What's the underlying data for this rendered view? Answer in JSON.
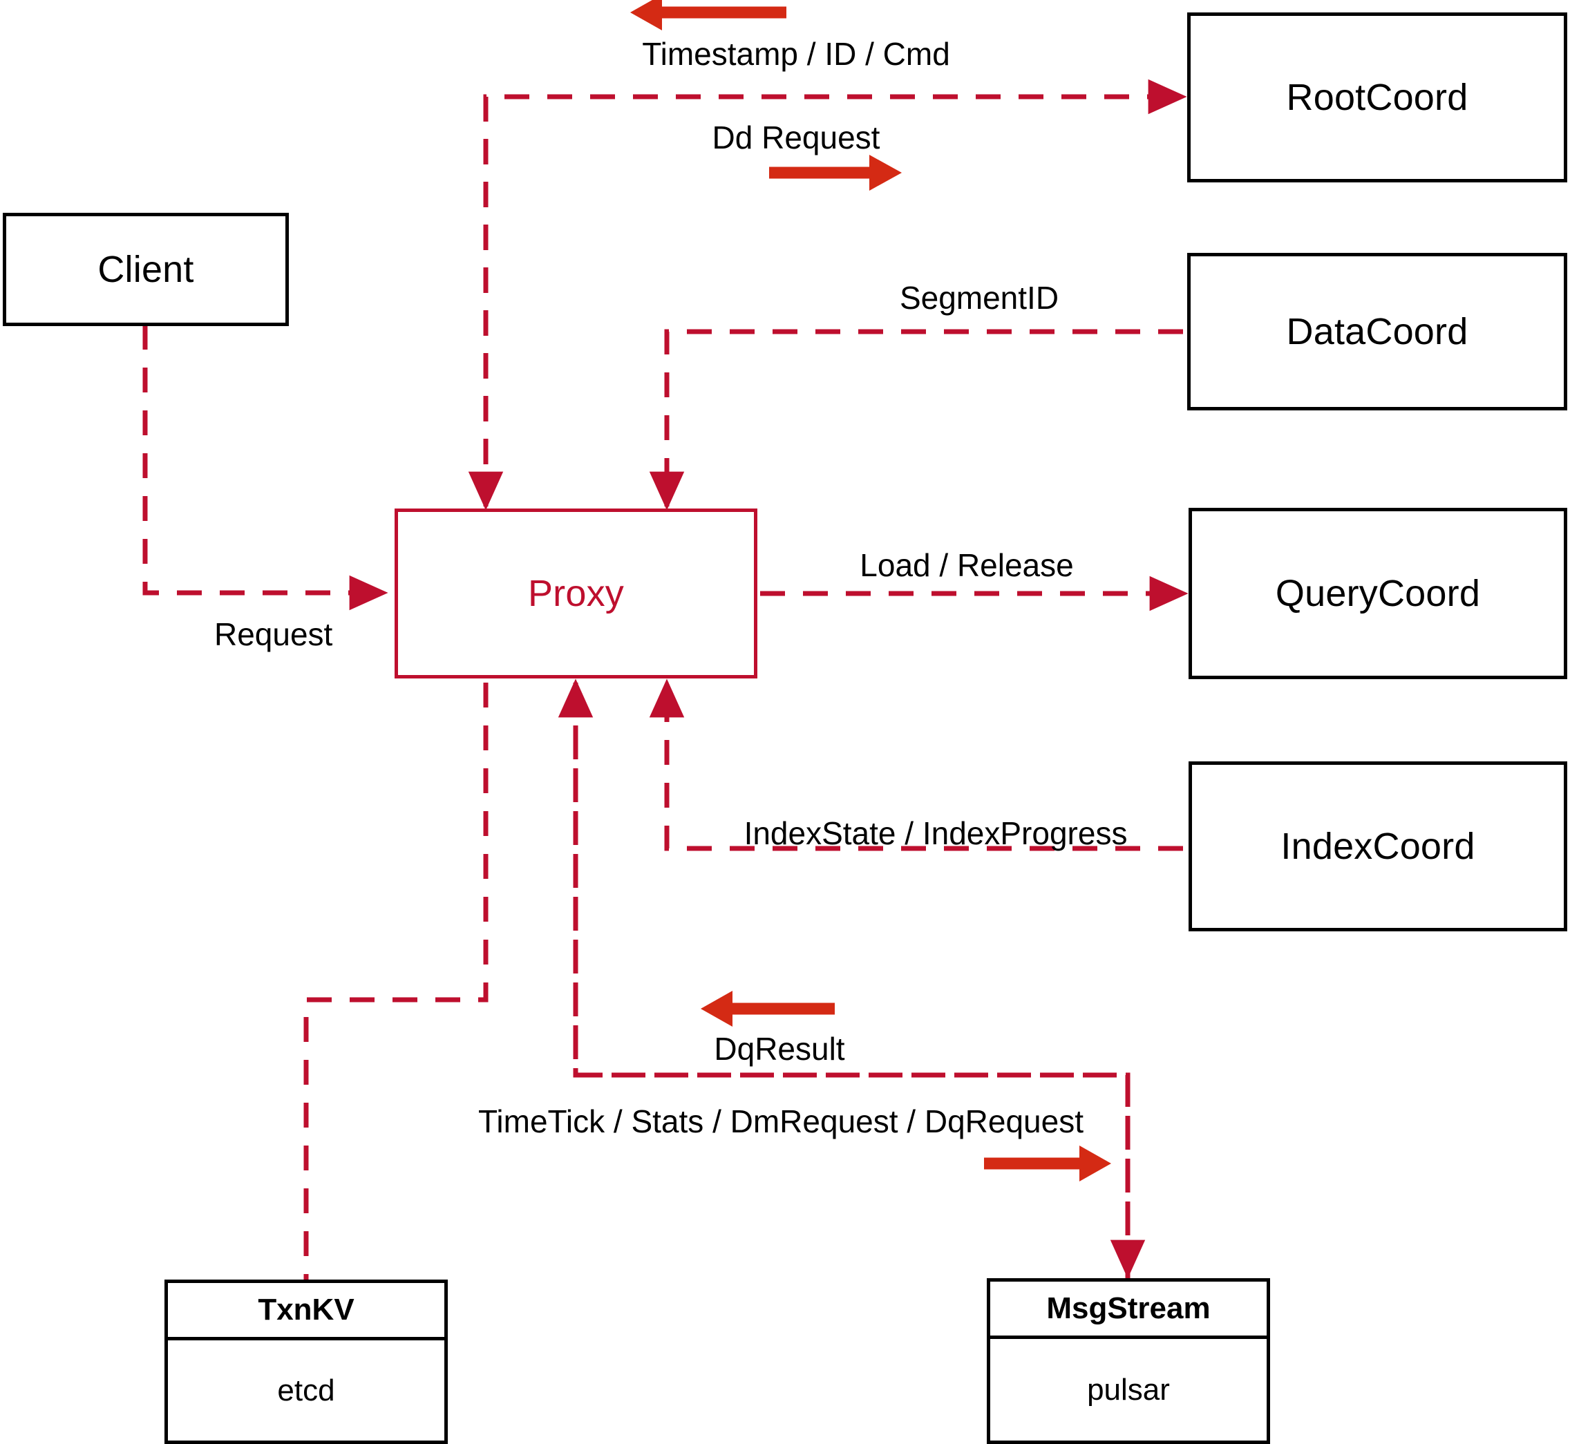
{
  "diagram": {
    "title": "Proxy component interaction diagram",
    "colors": {
      "node_border": "#000000",
      "proxy_border": "#BE0F2E",
      "dashed_wire": "#BE0F2E",
      "solid_arrow": "#D42A14",
      "background": "#FFFFFF",
      "text": "#000000"
    },
    "nodes": [
      {
        "id": "client",
        "label": "Client",
        "style": "black-box"
      },
      {
        "id": "proxy",
        "label": "Proxy",
        "style": "red-box"
      },
      {
        "id": "rootcoord",
        "label": "RootCoord",
        "style": "black-box"
      },
      {
        "id": "datacoord",
        "label": "DataCoord",
        "style": "black-box"
      },
      {
        "id": "querycoord",
        "label": "QueryCoord",
        "style": "black-box"
      },
      {
        "id": "indexcoord",
        "label": "IndexCoord",
        "style": "black-box"
      },
      {
        "id": "txnkv",
        "label": "TxnKV",
        "sub": "etcd",
        "style": "split-box"
      },
      {
        "id": "msgstream",
        "label": "MsgStream",
        "sub": "pulsar",
        "style": "split-box"
      }
    ],
    "edges": [
      {
        "id": "timestamp-id-cmd",
        "label": "Timestamp / ID / Cmd",
        "from": "rootcoord",
        "to": "proxy",
        "direction": "left"
      },
      {
        "id": "dd-request",
        "label": "Dd Request",
        "from": "proxy",
        "to": "rootcoord",
        "direction": "right"
      },
      {
        "id": "segmentid",
        "label": "SegmentID",
        "from": "datacoord",
        "to": "proxy",
        "direction": "left"
      },
      {
        "id": "request",
        "label": "Request",
        "from": "client",
        "to": "proxy",
        "direction": "right"
      },
      {
        "id": "load-release",
        "label": "Load / Release",
        "from": "proxy",
        "to": "querycoord",
        "direction": "right"
      },
      {
        "id": "index-state",
        "label": "IndexState / IndexProgress",
        "from": "indexcoord",
        "to": "proxy",
        "direction": "left"
      },
      {
        "id": "dq-result",
        "label": "DqResult",
        "from": "msgstream",
        "to": "proxy",
        "direction": "left"
      },
      {
        "id": "timetick-stats",
        "label": "TimeTick / Stats / DmRequest / DqRequest",
        "from": "proxy",
        "to": "msgstream",
        "direction": "right"
      },
      {
        "id": "txnkv-link",
        "label": "",
        "from": "proxy",
        "to": "txnkv",
        "direction": "none"
      }
    ]
  }
}
